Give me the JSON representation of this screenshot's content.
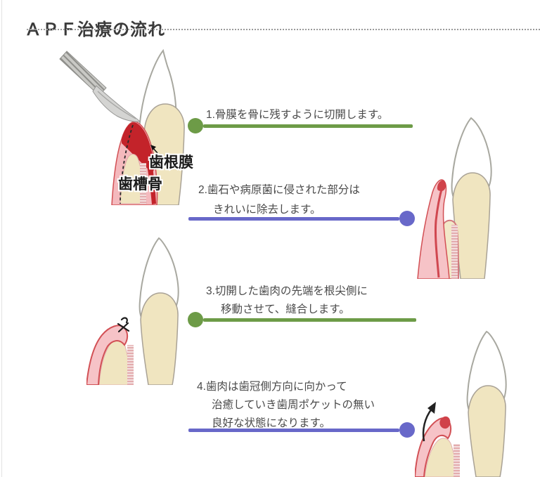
{
  "header": {
    "title": "ＡＰＦ治療の流れ"
  },
  "steps": [
    {
      "lines": [
        "1.骨膜を骨に残すように切開します。"
      ],
      "connector_color": "green",
      "dot_side": "left"
    },
    {
      "lines": [
        "2.歯石や病原菌に侵された部分は",
        "きれいに除去します。"
      ],
      "connector_color": "blue",
      "dot_side": "right"
    },
    {
      "lines": [
        "3.切開した歯肉の先端を根尖側に",
        "移動させて、縫合します。"
      ],
      "connector_color": "green",
      "dot_side": "left"
    },
    {
      "lines": [
        "4.歯肉は歯冠側方向に向かって",
        "治癒していき歯周ポケットの無い",
        "良好な状態になります。"
      ],
      "connector_color": "blue",
      "dot_side": "right"
    }
  ],
  "illustrations": {
    "step1": {
      "labels": {
        "periodontal_membrane": "歯根膜",
        "alveolar_bone": "歯槽骨"
      }
    }
  },
  "colors": {
    "accent_green": "#6d9b47",
    "accent_blue": "#6868c9",
    "title_text": "#3a3a3a",
    "body_text": "#4a4a4a",
    "tooth_root": "#f0e5c0",
    "gum_pink": "#f6c3c7",
    "gum_red_edge": "#d25055",
    "inflamed_red": "#c3232a"
  }
}
